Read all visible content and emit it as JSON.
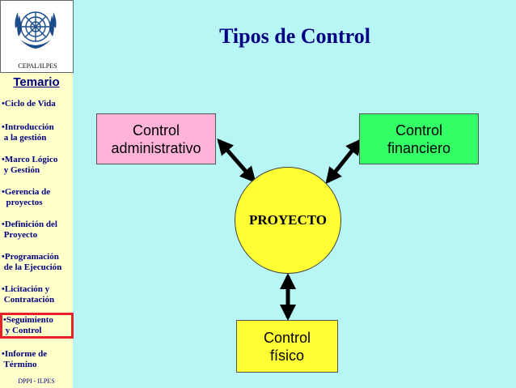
{
  "header": {
    "logo_caption": "CEPAL/ILPES",
    "title": "Tipos de Control"
  },
  "sidebar": {
    "title": "Temario",
    "items": [
      {
        "label": "•Ciclo de Vida"
      },
      {
        "label": "•Introducción\n a la gestión"
      },
      {
        "label": "•Marco Lógico\n y Gestión"
      },
      {
        "label": "•Gerencia de\n  proyectos"
      },
      {
        "label": "•Definición del\n Proyecto"
      },
      {
        "label": "•Programación\n de la Ejecución"
      },
      {
        "label": "•Licitación y\n Contratación"
      },
      {
        "label": "•Seguimiento\n y Control",
        "active": true
      },
      {
        "label": "•Informe de\n Término"
      }
    ],
    "footer": "DPPI - ILPES"
  },
  "diagram": {
    "center": "PROYECTO",
    "boxes": {
      "administrativo": "Control\nadministrativo",
      "financiero": "Control\nfinanciero",
      "fisico": "Control\nfísico"
    }
  },
  "colors": {
    "background": "#b8f5f5",
    "sidebar": "#ffffcc",
    "title": "#000080",
    "active_border": "#e8202a",
    "admin_box": "#ffb3d9",
    "fin_box": "#33ff66",
    "yellow": "#ffff33"
  }
}
